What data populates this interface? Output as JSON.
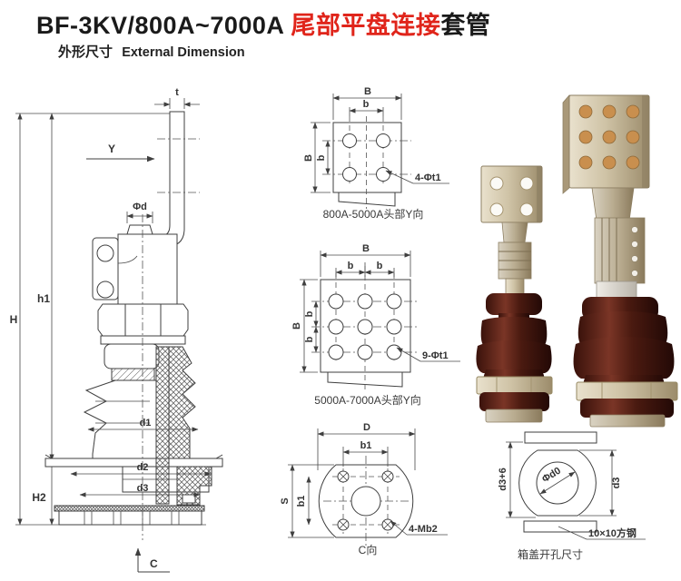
{
  "page": {
    "title_model": "BF-3KV/800A~7000A",
    "title_highlight": "尾部平盘连接",
    "title_suffix": "套管",
    "subtitle_cn": "外形尺寸",
    "subtitle_en": "External Dimension",
    "colors": {
      "title_highlight": "#e0251b",
      "drawing_line": "#3f3f3f",
      "porcelain_dark": "#451a10",
      "metal_tan": "#cfc3a6"
    }
  },
  "side_view": {
    "dims": {
      "t": "t",
      "y_arrow": "Y",
      "phi_d": "Φd",
      "h1": "h1",
      "H": "H",
      "H2": "H2",
      "d1": "d1",
      "d2": "d2",
      "d3": "d3",
      "c_arrow": "C"
    }
  },
  "head_view_4hole": {
    "caption": "800A-5000A头部Y向",
    "dims": {
      "B_top": "B",
      "b_top": "b",
      "B_left": "B",
      "b_left": "b"
    },
    "hole_note": "4-Φt1"
  },
  "head_view_9hole": {
    "caption": "5000A-7000A头部Y向",
    "dims": {
      "B_top": "B",
      "b_top_1": "b",
      "b_top_2": "b",
      "B_left": "B",
      "b_left_1": "b",
      "b_left_2": "b"
    },
    "hole_note": "9-Φt1"
  },
  "c_view": {
    "caption": "C向",
    "dims": {
      "D": "D",
      "b1_top": "b1",
      "S": "S",
      "b1_left": "b1"
    },
    "hole_note": "4-Mb2"
  },
  "cover_view": {
    "caption": "箱盖开孔尺寸",
    "dims": {
      "d3_plus_6": "d3+6",
      "d3": "d3",
      "phi_d0": "Φd0"
    },
    "bar_note": "10×10方钢"
  }
}
